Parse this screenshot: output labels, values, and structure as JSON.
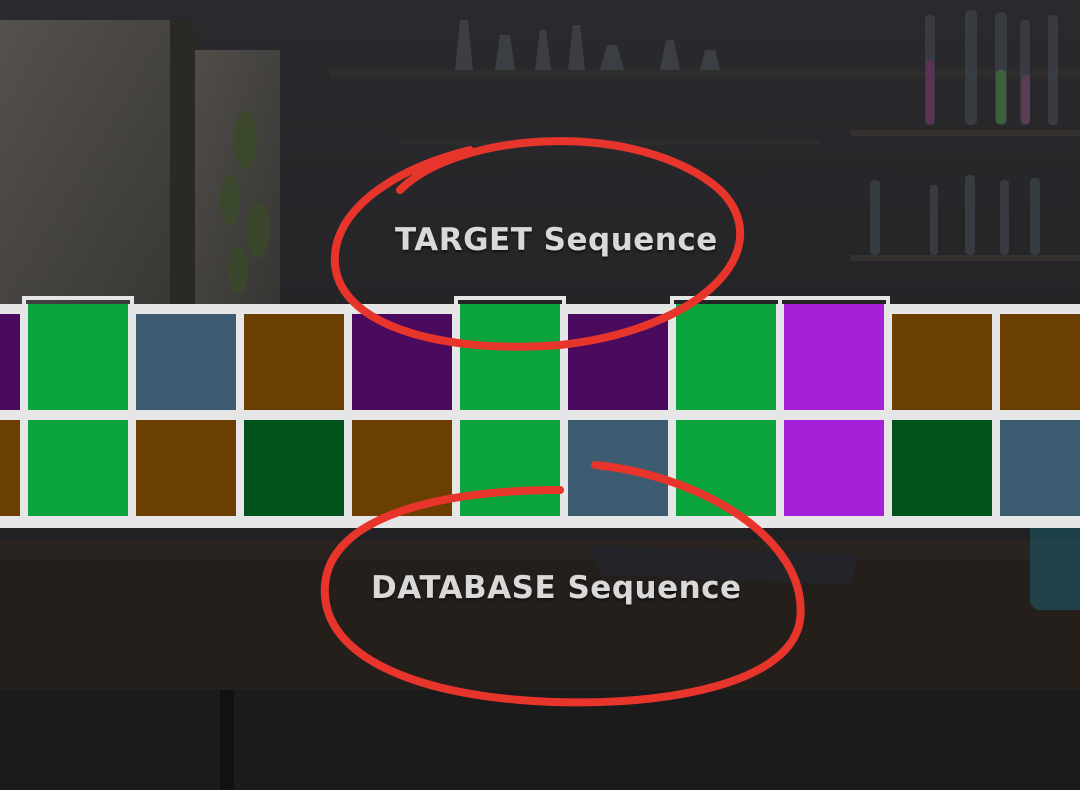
{
  "labels": {
    "target": "TARGET Sequence",
    "database": "DATABASE Sequence"
  },
  "colors": {
    "green": "#0ba43c",
    "slate": "#3d5c72",
    "brown": "#6a3f00",
    "purple": "#4a0a5e",
    "magenta": "#a520d6",
    "dark-green": "#00521a",
    "annotation-red": "#e8352c",
    "cell-border": "#e6e6e6"
  },
  "target_sequence": [
    "purple",
    "green",
    "slate",
    "brown",
    "purple",
    "green",
    "purple",
    "green",
    "magenta",
    "brown",
    "brown"
  ],
  "database_sequence": [
    "brown",
    "green",
    "brown",
    "dark-green",
    "brown",
    "green",
    "slate",
    "green",
    "magenta",
    "dark-green",
    "slate"
  ],
  "matched_positions": [
    1,
    5,
    7,
    8
  ]
}
